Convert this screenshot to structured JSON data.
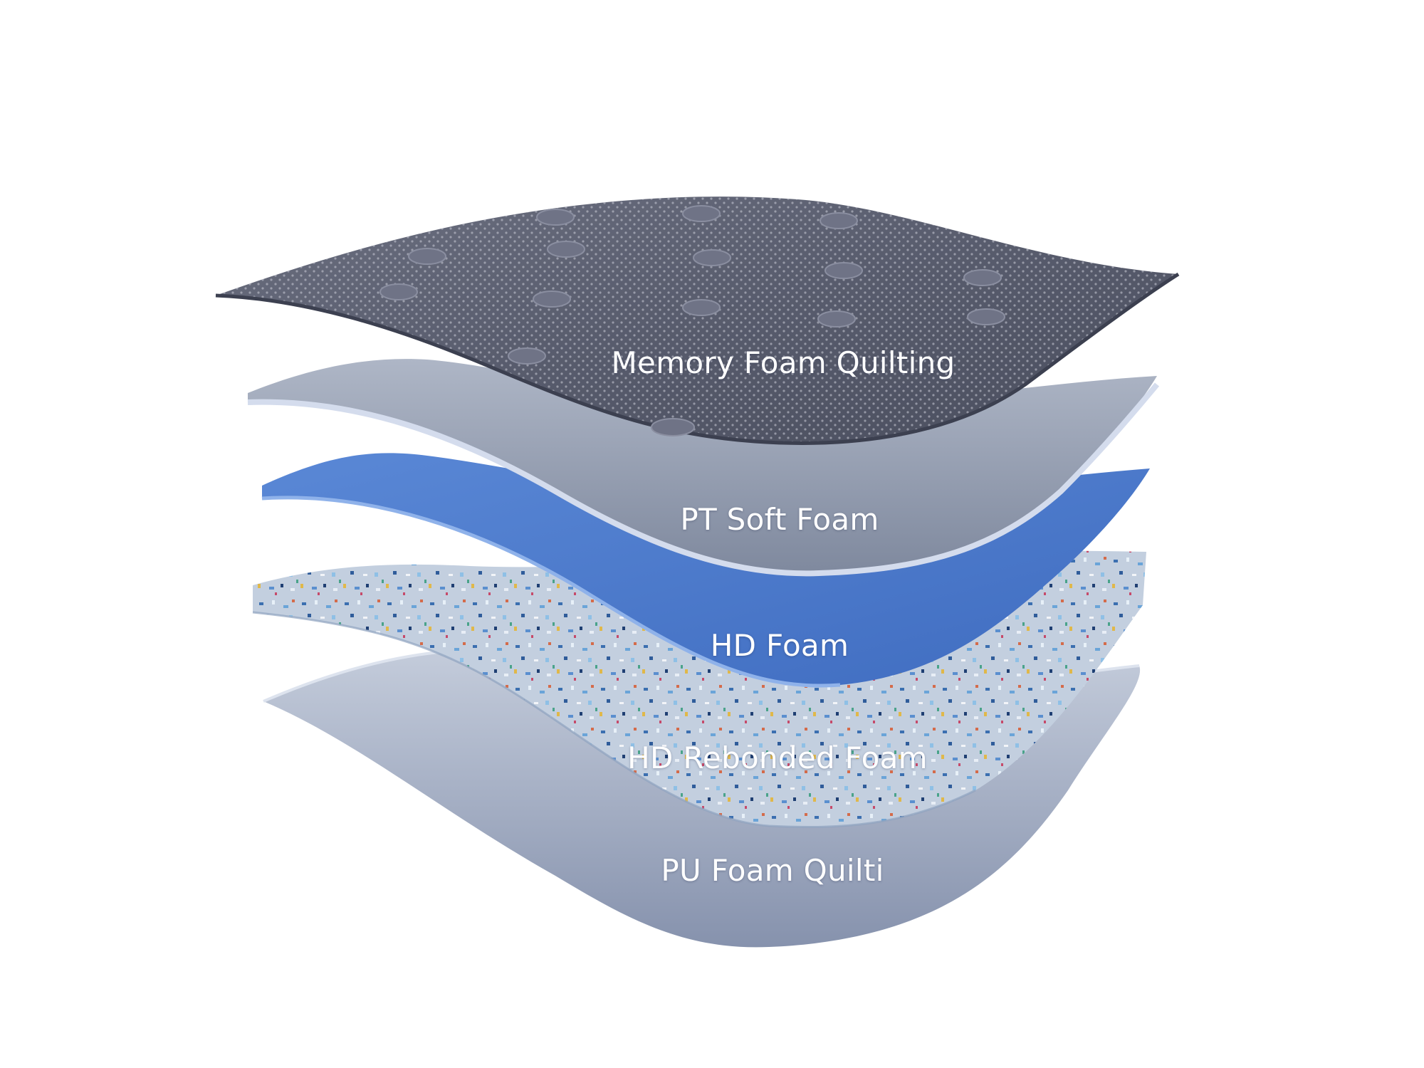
{
  "figure": {
    "layers": [
      {
        "id": "memory-foam-quilting",
        "label": "Memory Foam Quilting",
        "color": "#5d6172"
      },
      {
        "id": "pt-soft-foam",
        "label": "PT Soft Foam",
        "color": "#8e98ab"
      },
      {
        "id": "hd-foam",
        "label": "HD Foam",
        "color": "#4a78c8"
      },
      {
        "id": "hd-rebonded-foam",
        "label": "HD Rebonded Foam",
        "color": "#b4c3d6"
      },
      {
        "id": "pu-foam-quilting",
        "label": "PU Foam Quilti",
        "color": "#9aa6bf"
      }
    ],
    "label_color": "#ffffff",
    "background": "#ffffff"
  }
}
